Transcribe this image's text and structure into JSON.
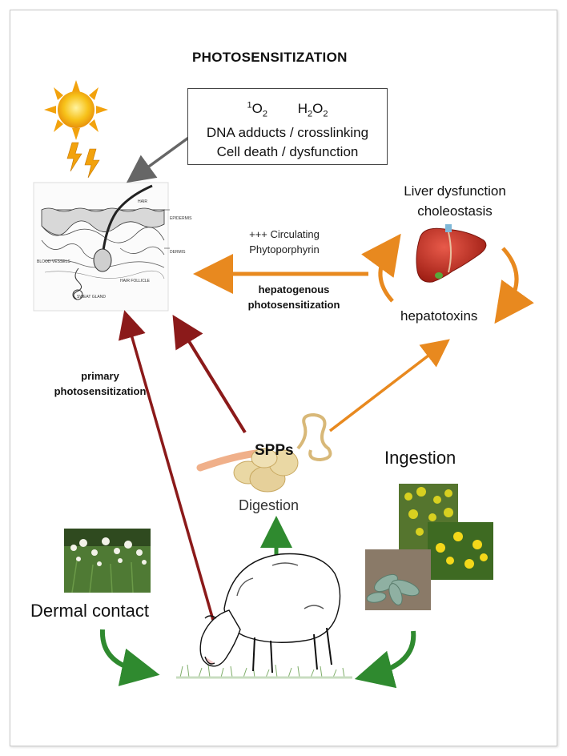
{
  "title": "PHOTOSENSITIZATION",
  "box": {
    "singlet_o": "O",
    "singlet_sup": "1",
    "singlet_sub": "2",
    "h2o2_h": "H",
    "h2o2_sub1": "2",
    "h2o2_o": "O",
    "h2o2_sub2": "2",
    "line2": "DNA adducts / crosslinking",
    "line3": "Cell death / dysfunction"
  },
  "liver": {
    "line1": "Liver dysfunction",
    "line2": "choleostasis",
    "hepatotoxins": "hepatotoxins"
  },
  "circulating": {
    "line1": "+++ Circulating",
    "line2": "Phytoporphyrin"
  },
  "hepatogenous": {
    "line1": "hepatogenous",
    "line2": "photosensitization"
  },
  "primary": {
    "line1": "primary",
    "line2": "photosensitization"
  },
  "spps": "SPPs",
  "digestion": "Digestion",
  "ingestion": "Ingestion",
  "dermal_contact": "Dermal contact",
  "skin_labels": {
    "hair": "HAIR",
    "epidermis": "EPIDERMIS",
    "dermis": "DERMIS",
    "blood_vessels": "BLOOD VESSELS",
    "hair_follicle": "HAIR FOLLICLE",
    "sweat_gland": "SWEAT GLAND"
  },
  "colors": {
    "dark_red_arrow": "#8b1a1a",
    "orange_arrow": "#e8891f",
    "green_arrow": "#2f8a2f",
    "grey_arrow": "#666666",
    "sun": "#f5b400"
  }
}
